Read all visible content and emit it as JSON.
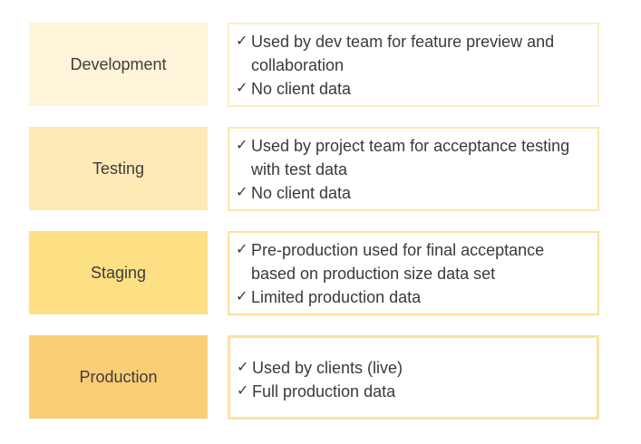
{
  "check_glyph": "✓",
  "stages": [
    {
      "name": "Development",
      "label_color": "#fdf4d9",
      "border_color": "#fbeec7",
      "bullets": [
        "Used by dev team for feature preview and collaboration",
        "No client data"
      ]
    },
    {
      "name": "Testing",
      "label_color": "#fdeab4",
      "border_color": "#fbe7ae",
      "bullets": [
        "Used by project team for acceptance testing with test data",
        "No client data"
      ]
    },
    {
      "name": "Staging",
      "label_color": "#fddf84",
      "border_color": "#fbe09a",
      "bullets": [
        "Pre-production used for final acceptance based on production size data set",
        "Limited production data"
      ]
    },
    {
      "name": "Production",
      "label_color": "#fbcd76",
      "border_color": "#fbe3a4",
      "bullets": [
        "Used by clients (live)",
        "Full production data"
      ]
    }
  ]
}
